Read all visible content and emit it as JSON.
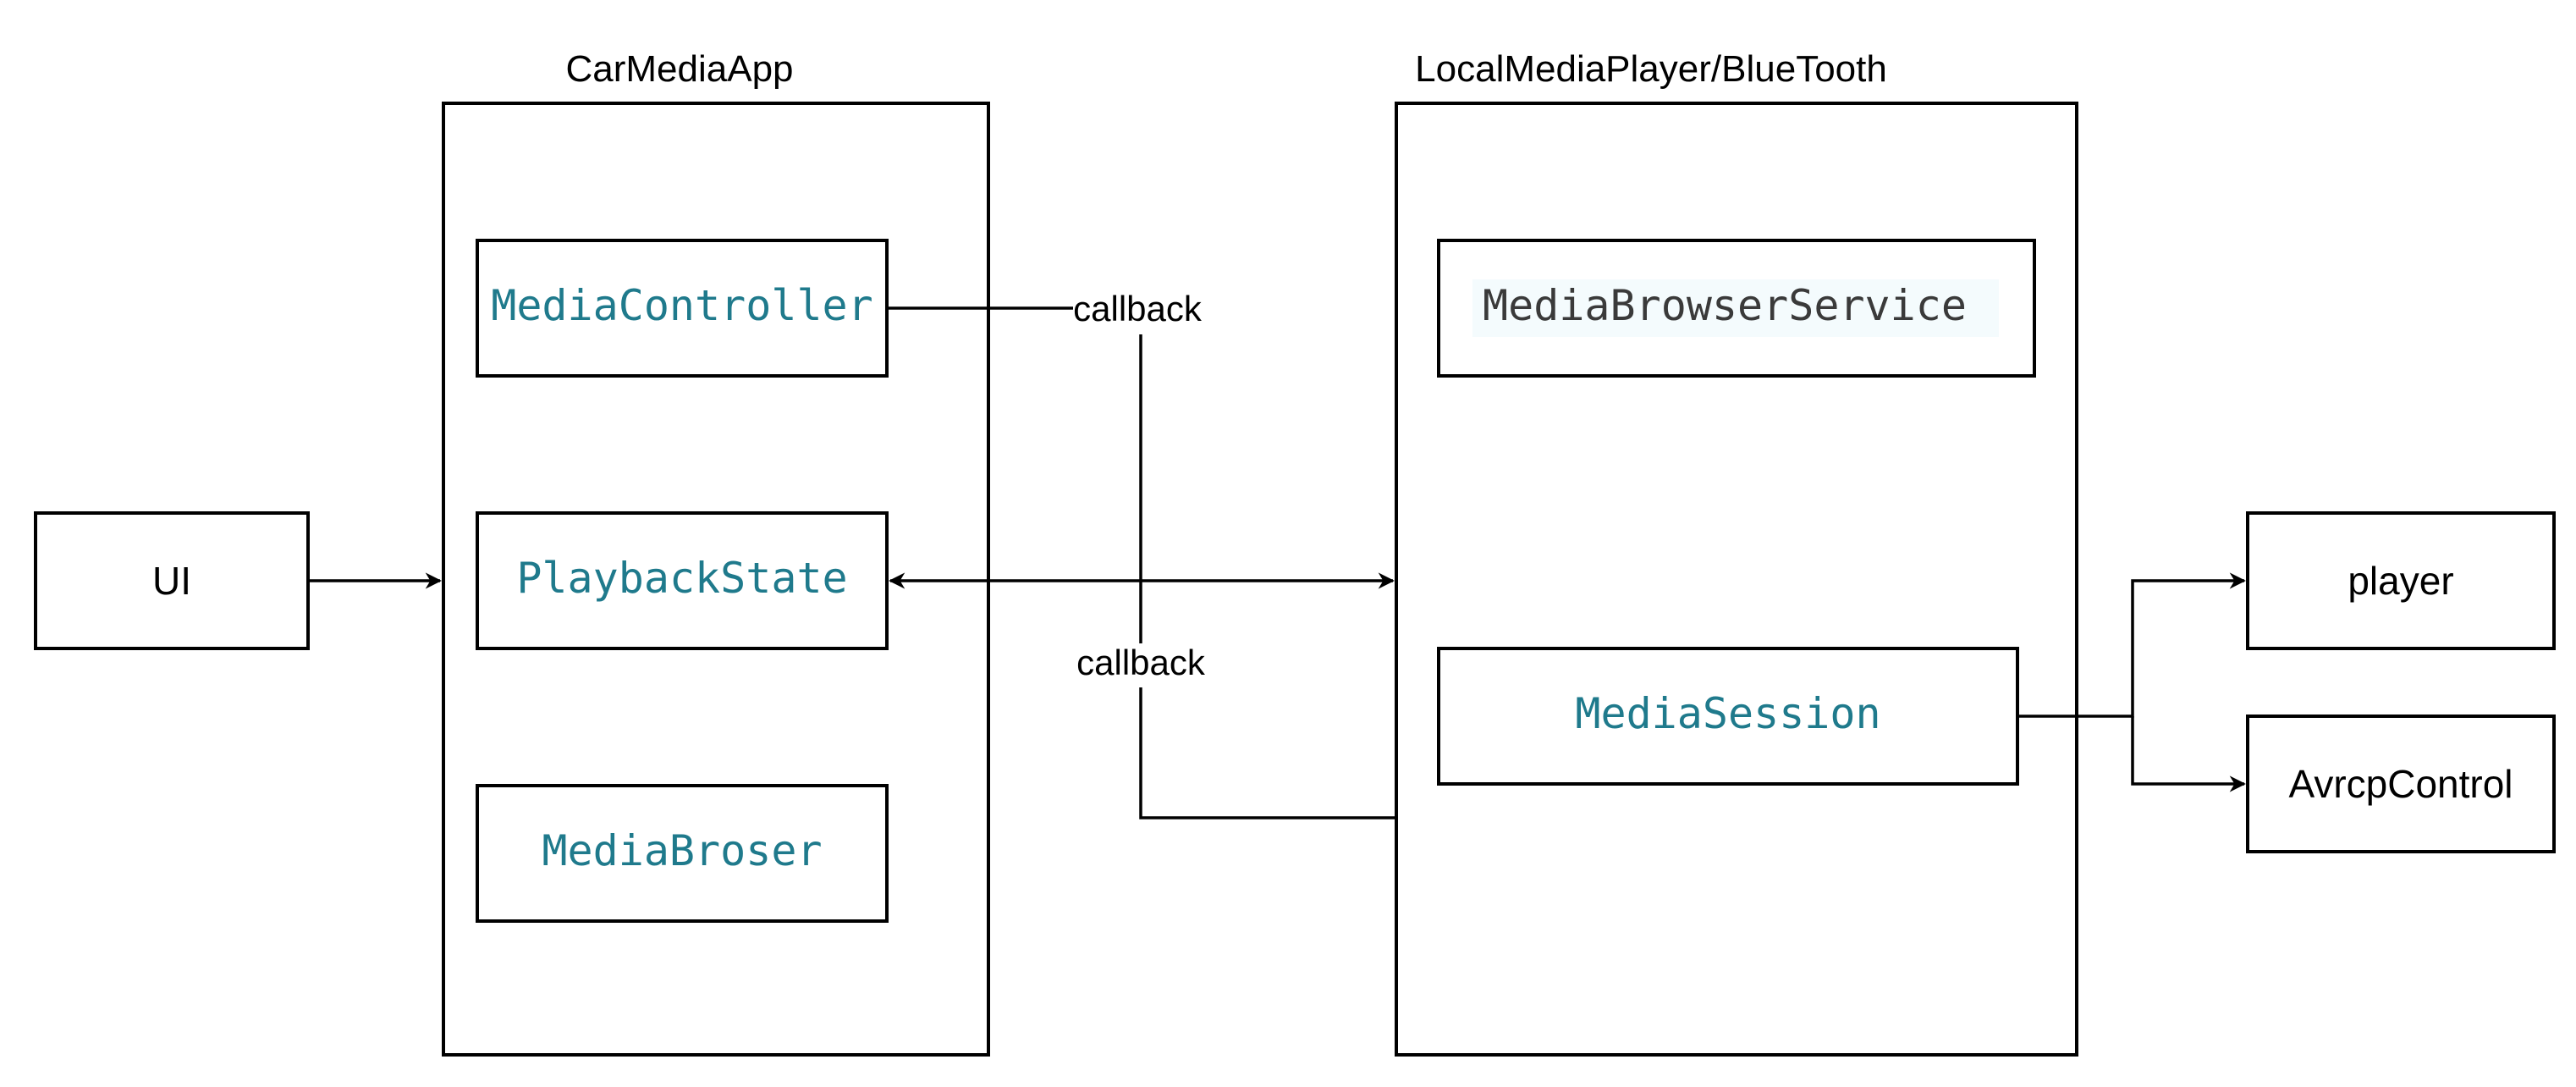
{
  "diagram": {
    "containers": {
      "car_media_app": {
        "label": "CarMediaApp"
      },
      "local_media_player": {
        "label": "LocalMediaPlayer/BlueTooth"
      }
    },
    "nodes": {
      "ui": {
        "label": "UI"
      },
      "media_controller": {
        "label": "MediaController"
      },
      "playback_state": {
        "label": "PlaybackState"
      },
      "media_broser": {
        "label": "MediaBroser"
      },
      "media_browser_service": {
        "label": "MediaBrowserService"
      },
      "media_session": {
        "label": "MediaSession"
      },
      "player": {
        "label": "player"
      },
      "avrcp_control": {
        "label": "AvrcpControl"
      }
    },
    "edge_labels": {
      "callback_top": "callback",
      "callback_bottom": "callback"
    },
    "colors": {
      "code_text": "#1f7a8c",
      "code_text_dark": "#3a3a3a",
      "line": "#000000"
    }
  }
}
